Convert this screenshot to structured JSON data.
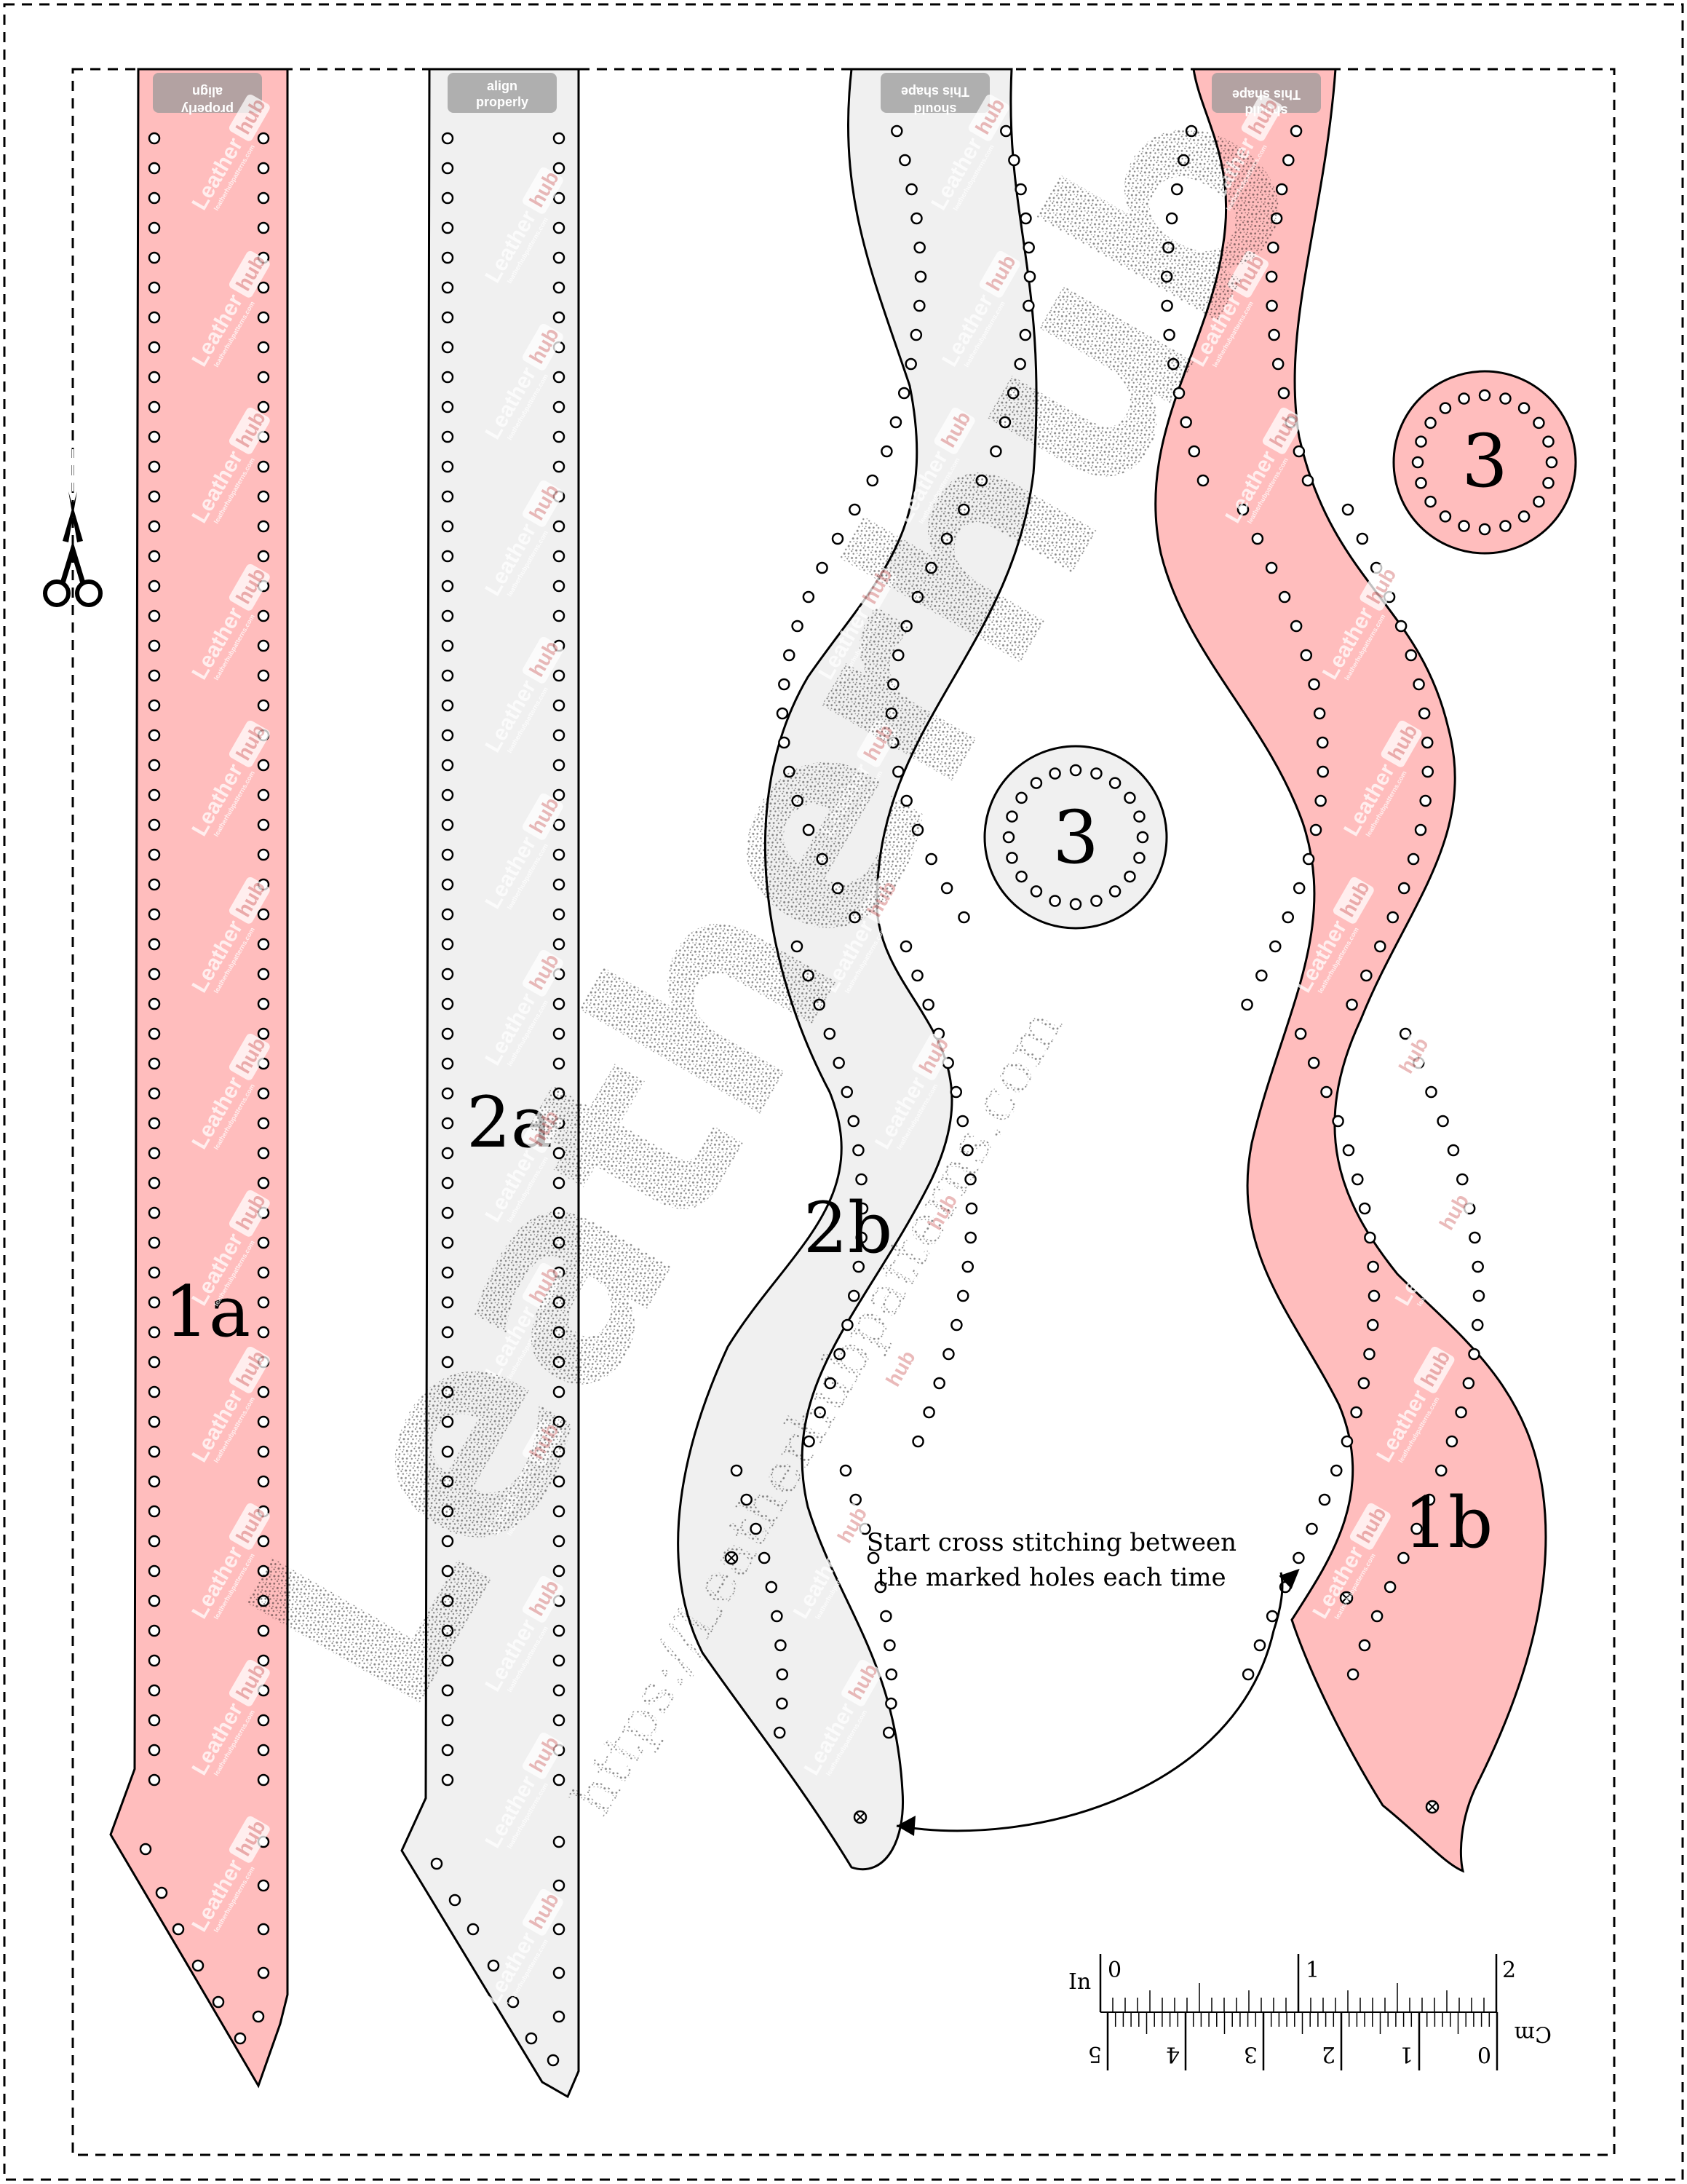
{
  "colors": {
    "pink": "#ffbdbd",
    "light": "#f0f0f0",
    "hole_stroke": "#000000",
    "tile": "#ffffff",
    "stamp": "#9a9a9a"
  },
  "pieces": {
    "p1a": {
      "label": "1a"
    },
    "p2a": {
      "label": "2a"
    },
    "p2b": {
      "label": "2b"
    },
    "p1b": {
      "label": "1b"
    },
    "p3_right": {
      "label": "3"
    },
    "p3_center": {
      "label": "3"
    }
  },
  "instruction": {
    "line1": "Start cross stitching between",
    "line2": "the marked holes each time"
  },
  "ruler": {
    "inch_unit": "In",
    "inch_ticks": [
      "0",
      "1",
      "2"
    ],
    "cm_unit": "Cm",
    "cm_ticks": [
      "0",
      "1",
      "2",
      "3",
      "4",
      "5"
    ]
  },
  "stamps": {
    "align_line1": "align",
    "align_line2": "properly",
    "shape_line1": "This shape",
    "shape_line2": "should"
  },
  "watermark": {
    "big": "Leatherhub",
    "url": "https://Leatherhubpatterns.com",
    "tile_word1": "Leather",
    "tile_word2": "hub",
    "tile_sub": "leatherhubpatterns.com"
  },
  "icons": {
    "cut_line": "scissors-icon",
    "arrow": "double-headed-arrow-icon"
  }
}
